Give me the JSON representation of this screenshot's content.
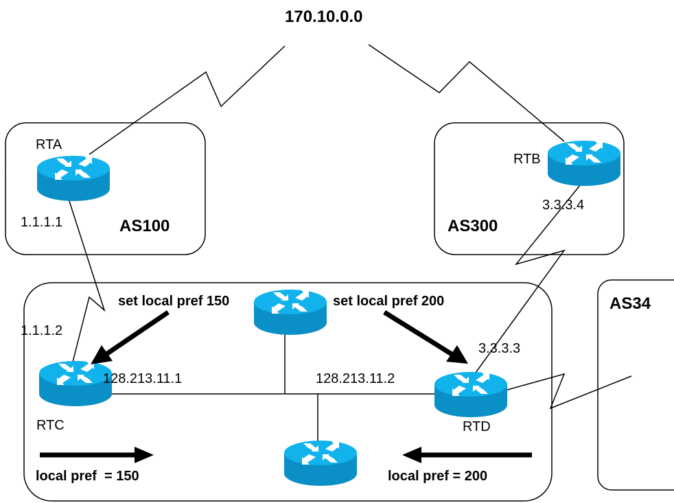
{
  "network": "170.10.0.0",
  "as_labels": {
    "as100": "AS100",
    "as300": "AS300",
    "as34": "AS34"
  },
  "routers": {
    "rta": "RTA",
    "rtb": "RTB",
    "rtc": "RTC",
    "rtd": "RTD"
  },
  "addresses": {
    "rta_ip": "1.1.1.1",
    "rtc_ext_ip": "1.1.1.2",
    "rtb_ip": "3.3.3.4",
    "rtd_ext_ip": "3.3.3.3",
    "rtc_lan_ip": "128.213.11.1",
    "rtd_lan_ip": "128.213.11.2"
  },
  "annotations": {
    "set_pref_left": "set local pref 150",
    "set_pref_right": "set local pref 200",
    "pref_left": "local pref  = 150",
    "pref_right": "local pref = 200"
  },
  "colors": {
    "router_body": "#0a8fc6",
    "router_top": "#12b2ec",
    "router_arrow": "#ffffff",
    "line": "#000000"
  }
}
